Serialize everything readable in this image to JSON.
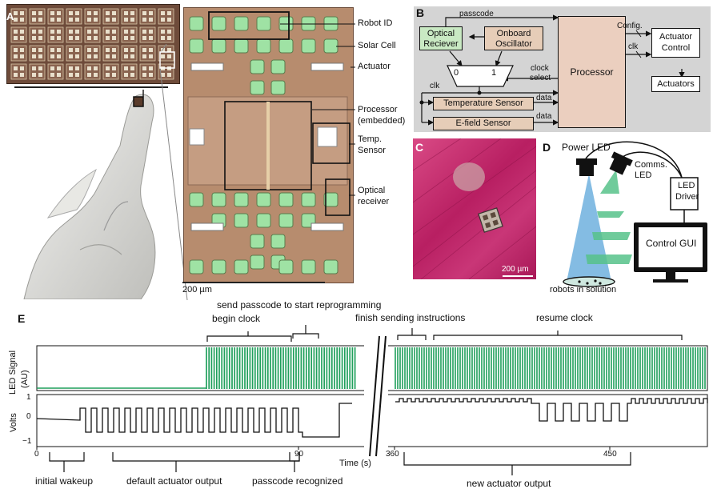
{
  "colors": {
    "chip_gold": "#b78c6e",
    "chip_pad_green": "#9fe2a4",
    "diagram_bg": "#d4d4d4",
    "processor_fill": "#ebcfbf",
    "sensor_fill": "#e6cdb8",
    "receiver_fill": "#c9e9c3",
    "led_green": "#1f9f5b",
    "beam_blue": "#6fb0de",
    "beam_green": "#57c28a",
    "photo_magenta": "#c22a6e"
  },
  "panel_a": {
    "letter": "A",
    "scale_label": "200 µm",
    "labels": {
      "robot_id": "Robot ID",
      "solar_cell": "Solar Cell",
      "actuator": "Actuator",
      "processor": "Processor",
      "processor_sub": "(embedded)",
      "temp": "Temp.",
      "temp_sub": "Sensor",
      "optical": "Optical",
      "optical_sub": "receiver"
    }
  },
  "panel_b": {
    "letter": "B",
    "passcode": "passcode",
    "optical_receiver": [
      "Optical",
      "Reciever"
    ],
    "onboard_oscillator": [
      "Onboard",
      "Oscillator"
    ],
    "mux_0": "0",
    "mux_1": "1",
    "clock_select": [
      "clock",
      "select"
    ],
    "clk": "clk",
    "processor": "Processor",
    "temperature_sensor": "Temperature Sensor",
    "efield_sensor": "E-field Sensor",
    "data": "data",
    "config": "Config.",
    "actuator_control": [
      "Actuator",
      "Control"
    ],
    "actuators": "Actuators"
  },
  "panel_c": {
    "letter": "C",
    "scale": "200 µm"
  },
  "panel_d": {
    "letter": "D",
    "power_led": "Power LED",
    "comms_led": [
      "Comms.",
      "LED"
    ],
    "led_driver": [
      "LED",
      "Driver"
    ],
    "control_gui": "Control GUI",
    "robots_in_solution": "robots in solution"
  },
  "panel_e": {
    "letter": "E",
    "top_annotations": {
      "send_passcode": "send passcode to start reprogramming",
      "begin_clock": "begin clock",
      "finish_sending": "finish sending instructions",
      "resume_clock": "resume clock"
    },
    "y_label_led": "LED Signal",
    "y_label_led_units": "(AU)",
    "y_label_volts": "Volts",
    "y_ticks": [
      "1",
      "0",
      "−1"
    ],
    "x_ticks": [
      "0",
      "90",
      "360",
      "450"
    ],
    "x_label": "Time (s)",
    "bottom_annotations": {
      "initial_wakeup": "initial wakeup",
      "default_output": "default actuator output",
      "passcode_recognized": "passcode recognized",
      "new_output": "new actuator output"
    }
  }
}
